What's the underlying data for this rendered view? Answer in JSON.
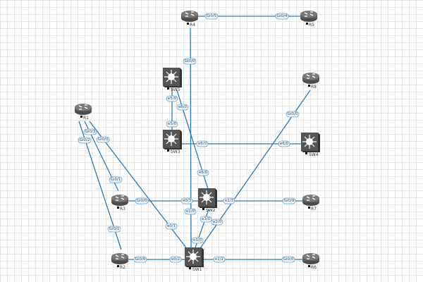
{
  "nodes": {
    "R1": "R1",
    "R2": "R2",
    "R3": "R3",
    "R4": "R4",
    "R5": "R5",
    "R6": "R6",
    "R7": "R7",
    "R8": "R8",
    "SW1": "SW1",
    "SW2": "SW2",
    "SW3": "SW3",
    "SW4": "SW4",
    "SW5": "SW5"
  },
  "links": [
    {
      "a": "R4",
      "b": "R5",
      "a_port": "Gi0/5",
      "b_port": "Gi0/4"
    },
    {
      "a": "R4",
      "b": "SW1",
      "a_port": "Gi0/0",
      "b_port": "e1/0"
    },
    {
      "a": "SW5",
      "b": "SW3",
      "a_port": "e5/0",
      "b_port": "e5/0"
    },
    {
      "a": "SW5",
      "b": "SW2",
      "a_port": "e6/0",
      "b_port": "e6/0"
    },
    {
      "a": "SW3",
      "b": "SW4",
      "a_port": "e6/0",
      "b_port": "e6/0"
    },
    {
      "a": "R8",
      "b": "SW1",
      "a_port": "Gi0/0",
      "b_port": "e2/0"
    },
    {
      "a": "R1",
      "b": "R3",
      "a_port": "Gi0/3",
      "b_port": "Gi0/1"
    },
    {
      "a": "R1",
      "b": "R2",
      "a_port": "Gi0/2",
      "b_port": "Gi0/1"
    },
    {
      "a": "R1",
      "b": "SW1",
      "a_port": "Gi0/0",
      "b_port": "e0/1"
    },
    {
      "a": "R3",
      "b": "SW2",
      "a_port": "Gi0/0",
      "b_port": "e0/3"
    },
    {
      "a": "SW2",
      "b": "R7",
      "a_port": "e1/3",
      "b_port": "Gi0/9"
    },
    {
      "a": "SW2",
      "b": "SW1",
      "a_port": "e3/0",
      "b_port": "e3/0"
    },
    {
      "a": "R2",
      "b": "SW1",
      "a_port": "Gi0/0",
      "b_port": "e0/2"
    },
    {
      "a": "SW1",
      "b": "R6",
      "a_port": "e1/2",
      "b_port": "Gi0/0"
    }
  ]
}
